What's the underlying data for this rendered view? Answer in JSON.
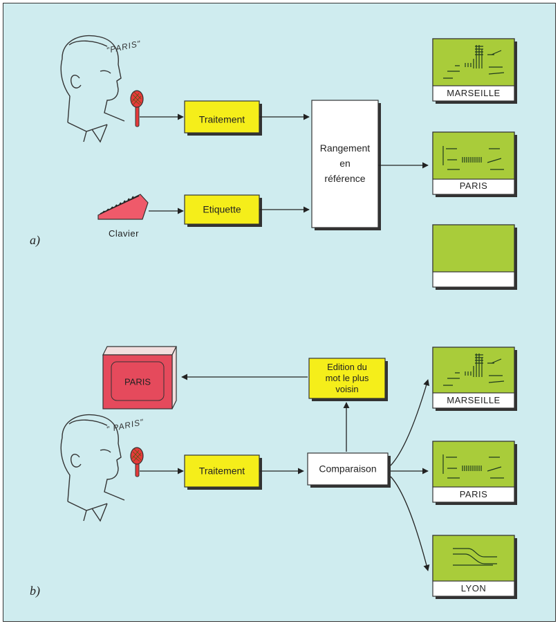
{
  "part_a": {
    "label": "a)",
    "speech": "\"PARIS\"",
    "traitement": "Traitement",
    "etiquette": "Etiquette",
    "keyboard_label": "Clavier",
    "rangement": [
      "Rangement",
      "en",
      "référence"
    ],
    "cards": [
      "MARSEILLE",
      "PARIS",
      ""
    ]
  },
  "part_b": {
    "label": "b)",
    "speech": "\" PARIS\"",
    "screen_word": "PARIS",
    "edition": [
      "Edition du",
      "mot le plus",
      "voisin"
    ],
    "traitement": "Traitement",
    "comparaison": "Comparaison",
    "cards": [
      "MARSEILLE",
      "PARIS",
      "LYON"
    ]
  },
  "colors": {
    "background": "#cfecef",
    "process_box": "#f5ee1a",
    "card_screen": "#a9cc3a",
    "keyboard": "#ef5a6a",
    "screen": "#e54a5c",
    "microphone": "#e63a3a"
  }
}
